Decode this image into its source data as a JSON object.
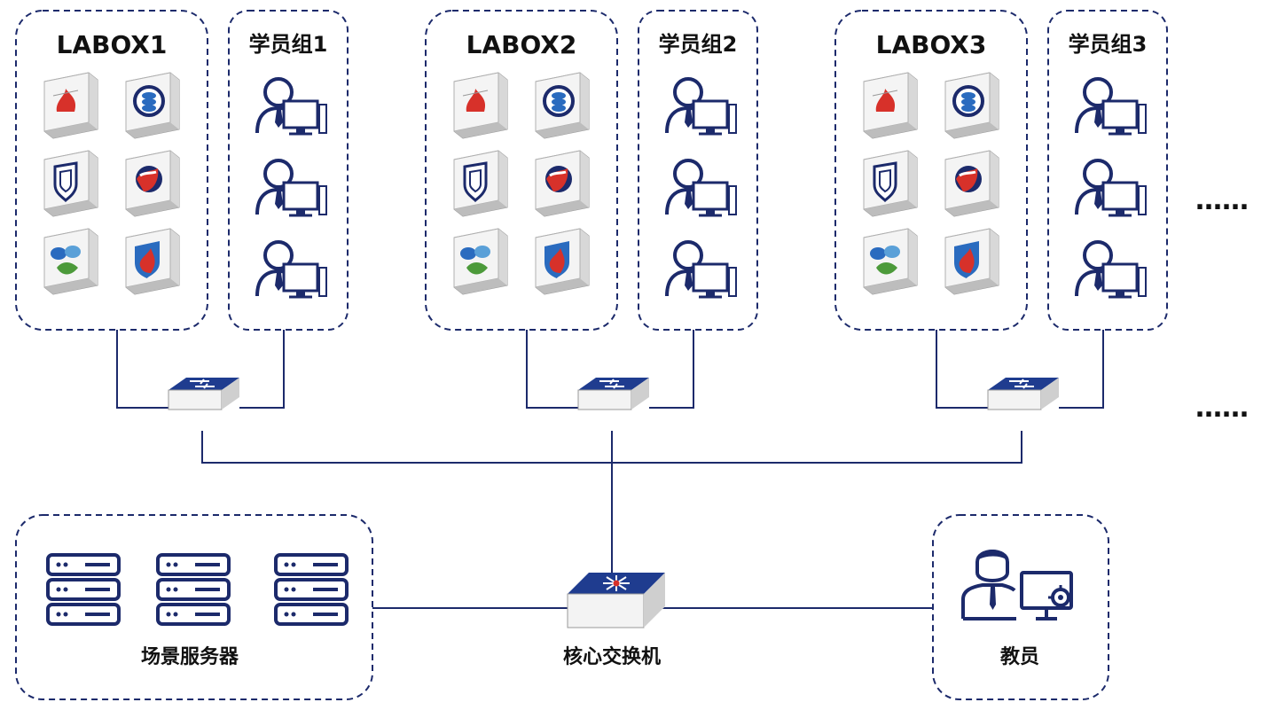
{
  "colors": {
    "navy": "#1c2a6b",
    "dash": "#1c2a6b",
    "switch_top": "#1f3c8f",
    "appliance_face": "#f5f5f5",
    "red": "#d7312a",
    "green": "#4c9a3a",
    "blue": "#2a6bbf"
  },
  "labs": [
    {
      "title": "LABOX1",
      "group_title": "学员组1"
    },
    {
      "title": "LABOX2",
      "group_title": "学员组2"
    },
    {
      "title": "LABOX3",
      "group_title": "学员组3"
    }
  ],
  "appliance_icons": [
    "firewall-icon",
    "database-icon",
    "shield-icon",
    "wave-icon",
    "leaf-icon",
    "flame-shield-icon"
  ],
  "ellipsis_top": "……",
  "ellipsis_bottom": "……",
  "servers": {
    "caption": "场景服务器",
    "count": 3,
    "icon": "server-rack-icon"
  },
  "core_switch": {
    "caption": "核心交换机",
    "icon": "core-switch-icon"
  },
  "teacher": {
    "caption": "教员",
    "icon": "teacher-workstation-icon"
  }
}
